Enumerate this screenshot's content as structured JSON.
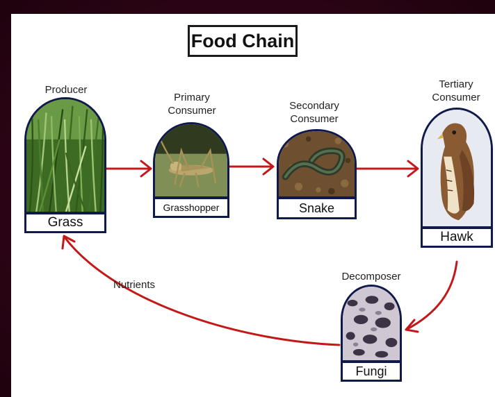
{
  "title": "Food Chain",
  "arrow_color": "#c41818",
  "border_color": "#101a4a",
  "nodes": [
    {
      "role": "Producer",
      "label": "Grass",
      "icon": "grass-icon"
    },
    {
      "role": "Primary\nConsumer",
      "label": "Grasshopper",
      "icon": "grasshopper-icon"
    },
    {
      "role": "Secondary\nConsumer",
      "label": "Snake",
      "icon": "snake-icon"
    },
    {
      "role": "Tertiary\nConsumer",
      "label": "Hawk",
      "icon": "hawk-icon"
    },
    {
      "role": "Decomposer",
      "label": "Fungi",
      "icon": "fungi-icon"
    }
  ],
  "flows": [
    {
      "from": "Grass",
      "to": "Grasshopper"
    },
    {
      "from": "Grasshopper",
      "to": "Snake"
    },
    {
      "from": "Snake",
      "to": "Hawk"
    },
    {
      "from": "Hawk",
      "to": "Fungi"
    },
    {
      "from": "Fungi",
      "to": "Grass"
    }
  ],
  "nutrients_label": "Nutrients"
}
